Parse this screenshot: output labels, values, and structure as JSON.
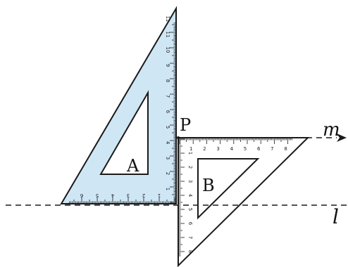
{
  "labels": {
    "line_m": "m",
    "line_l": "l",
    "point_p": "P",
    "triangle_a": "A",
    "triangle_b": "B"
  },
  "colors": {
    "triangle_a_fill": "#cfe6f5",
    "ink": "#1a1a1a",
    "background": "#ffffff"
  },
  "rulers": {
    "a_hypotenuse_side_numbers": [
      "1",
      "2",
      "3",
      "4",
      "5",
      "6",
      "7",
      "8",
      "9",
      "10",
      "11",
      "12"
    ],
    "a_bottom_numbers": [
      "1",
      "2",
      "3",
      "4",
      "5",
      "6"
    ],
    "b_top_numbers": [
      "1",
      "2",
      "3",
      "4",
      "5",
      "6",
      "7",
      "8"
    ],
    "b_left_numbers": [
      "1",
      "2",
      "3",
      "4",
      "5",
      "6",
      "7",
      "8"
    ]
  }
}
